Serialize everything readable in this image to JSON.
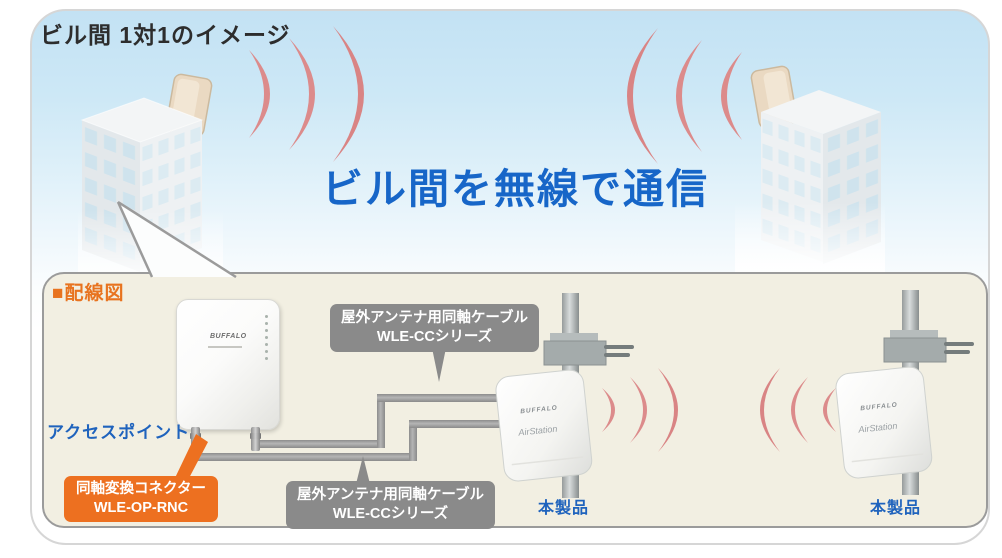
{
  "page": {
    "title": "ビル間 1対1のイメージ",
    "headline": "ビル間を無線で通信"
  },
  "wiring": {
    "section_label": "■配線図",
    "access_point_label": "アクセスポイント",
    "connector_callout": {
      "line1": "同軸変換コネクター",
      "line2": "WLE-OP-RNC"
    },
    "cable_callout_top": {
      "line1": "屋外アンテナ用同軸ケーブル",
      "line2": "WLE-CCシリーズ"
    },
    "cable_callout_bottom": {
      "line1": "屋外アンテナ用同軸ケーブル",
      "line2": "WLE-CCシリーズ"
    },
    "product_label_left": "本製品",
    "product_label_right": "本製品"
  },
  "devices": {
    "access_point_brand": "BUFFALO",
    "outdoor_unit_brand": "BUFFALO",
    "outdoor_unit_model": "AirStation"
  },
  "colors": {
    "headline_blue": "#1766c8",
    "label_blue": "#1f63bd",
    "accent_orange": "#ed7020",
    "callout_gray": "#8a8a8a",
    "wave_pink": "#dc8b8b",
    "sky_blue": "#c3e2f4",
    "panel_cream": "#f2efe2"
  }
}
